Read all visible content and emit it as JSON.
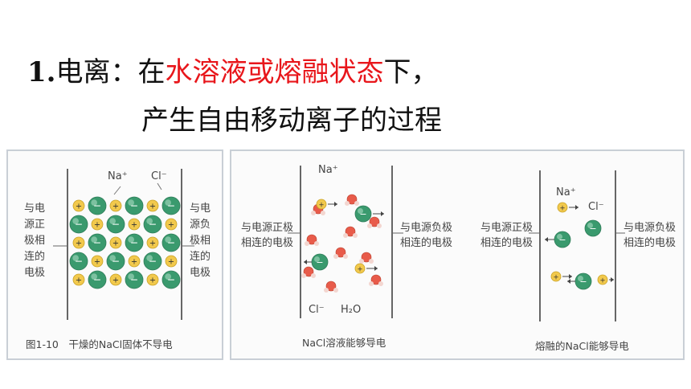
{
  "heading": {
    "number": "1.",
    "term": "电离",
    "colon": "：",
    "pre": "在",
    "highlight": "水溶液或熔融状态",
    "post": "下，",
    "line2": "产生自由移动离子的过程"
  },
  "colors": {
    "highlight": "#e8161b",
    "cation": "#f2c94c",
    "anion": "#3a9a6e",
    "water_o": "#e85b4a"
  },
  "figures": {
    "solid": {
      "left_label": [
        "与电",
        "源正",
        "极相",
        "连的",
        "电极"
      ],
      "right_label": [
        "与电",
        "源负",
        "极相",
        "连的",
        "电极"
      ],
      "na": "Na⁺",
      "cl": "Cl⁻",
      "caption": "图1-10　干燥的NaCl固体不导电"
    },
    "solution": {
      "left_label": [
        "与电源正极",
        "相连的电极"
      ],
      "right_label": [
        "与电源负极",
        "相连的电极"
      ],
      "na": "Na⁺",
      "cl": "Cl⁻",
      "water": "H₂O",
      "caption": "NaCl溶液能够导电"
    },
    "melt": {
      "left_label": [
        "与电源正极",
        "相连的电极"
      ],
      "right_label": [
        "与电源负极",
        "相连的电极"
      ],
      "na": "Na⁺",
      "cl": "Cl⁻",
      "caption": "熔融的NaCl能够导电"
    }
  }
}
